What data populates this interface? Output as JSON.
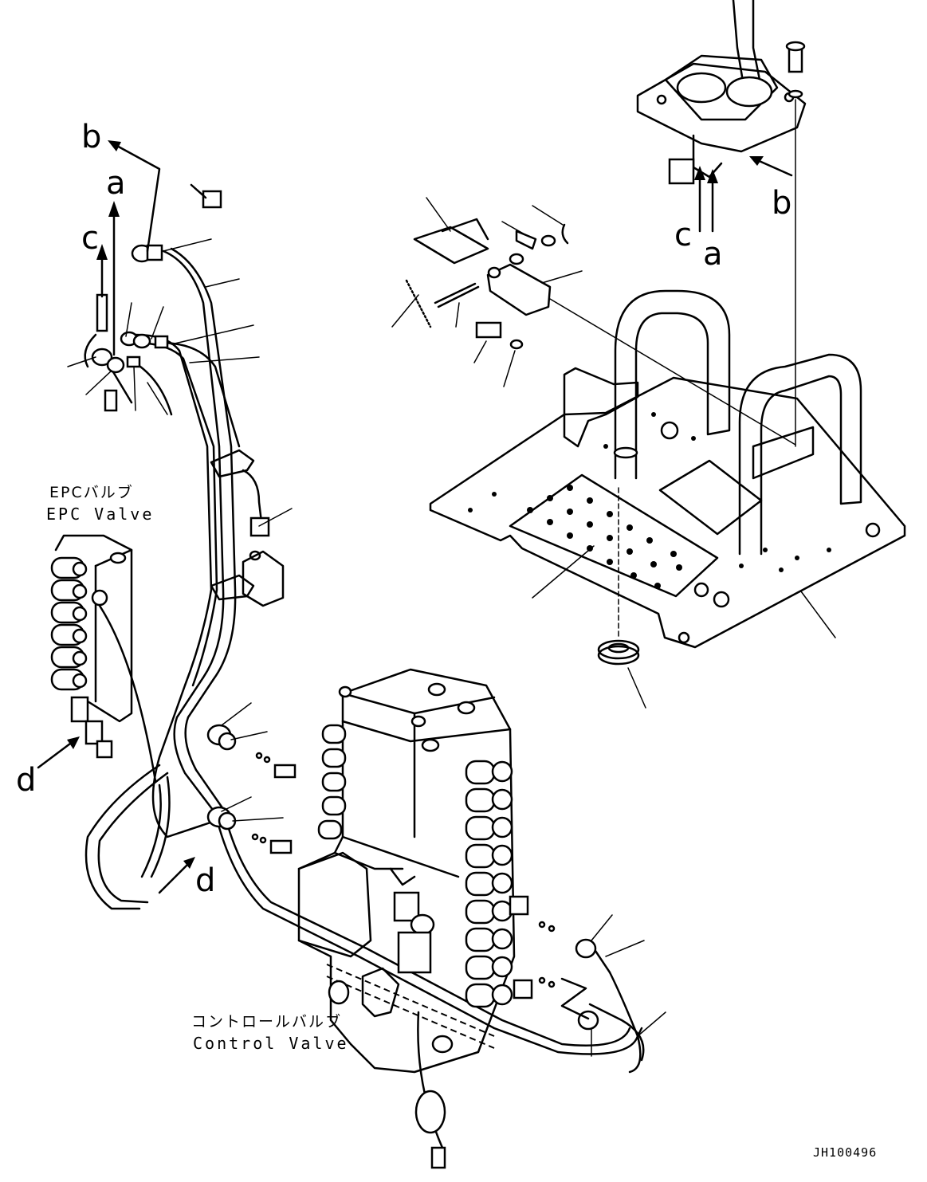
{
  "callouts": {
    "a": "a",
    "b": "b",
    "c": "c",
    "d": "d"
  },
  "labels": {
    "epc_valve_jp": "EPCバルブ",
    "epc_valve_en": "EPC Valve",
    "control_valve_jp": "コントロールバルブ",
    "control_valve_en": "Control Valve"
  },
  "drawing_code": "JH100496"
}
